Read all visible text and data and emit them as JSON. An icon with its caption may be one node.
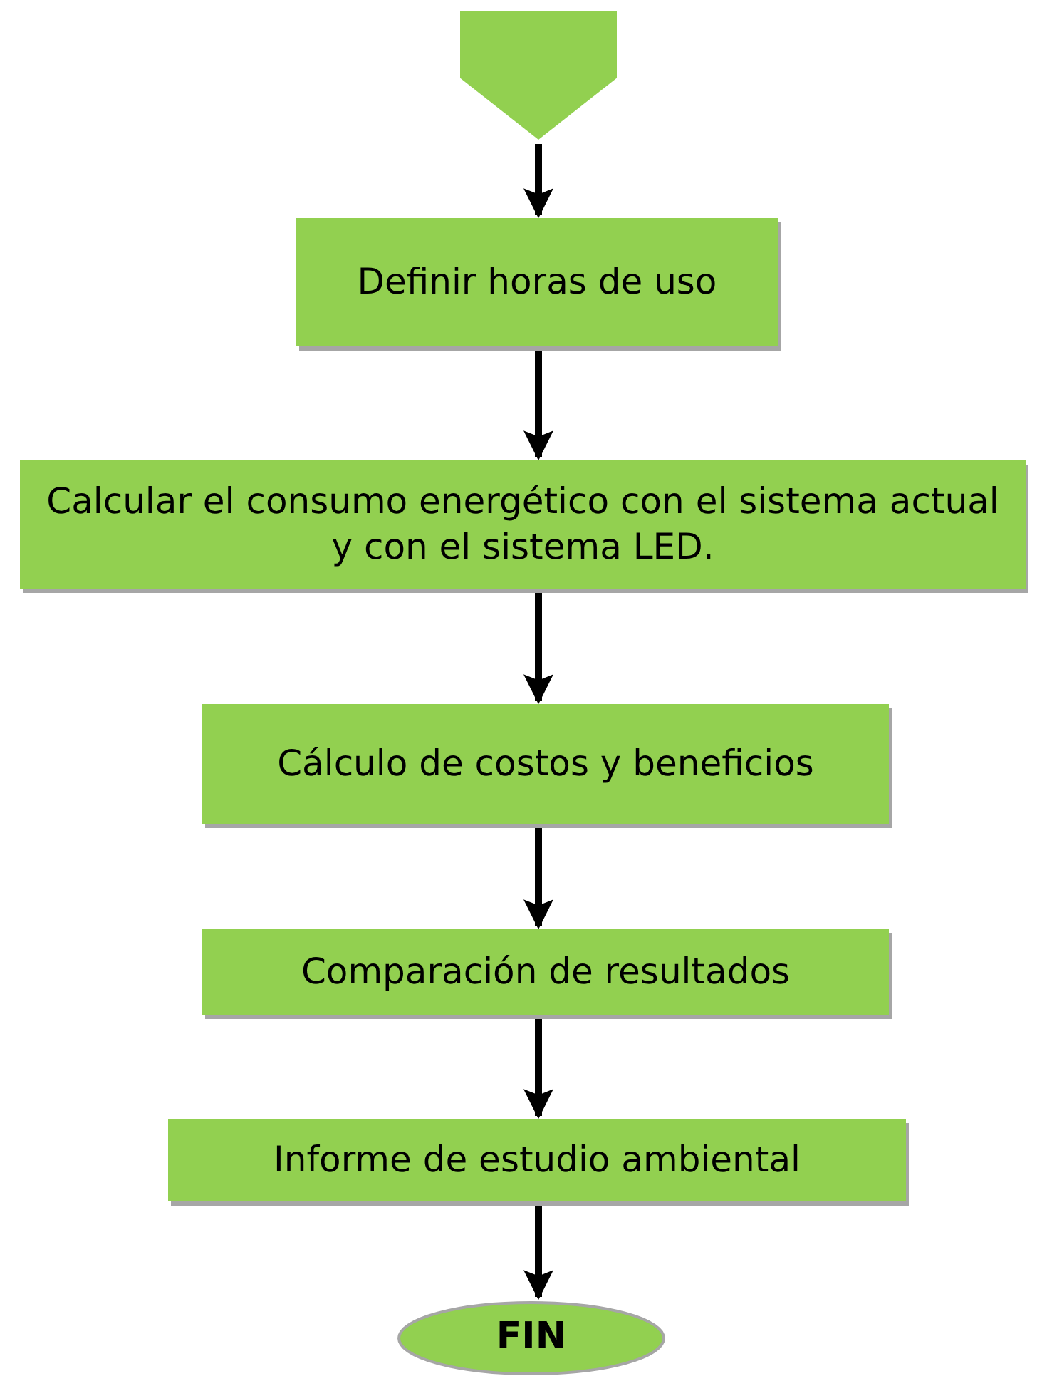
{
  "diagram": {
    "nodes": [
      {
        "text": [],
        "shape": "pentagon"
      },
      {
        "text": [
          "Definir horas de uso"
        ]
      },
      {
        "text": [
          "Calcular el consumo energético con el sistema actual y con el sistema LED."
        ]
      },
      {
        "text": [
          "Cálculo de costos y beneficios"
        ]
      },
      {
        "text": [
          "Comparación de resultados"
        ]
      },
      {
        "text": [
          "Informe de estudio ambiental"
        ]
      },
      {
        "text": [
          "FIN"
        ]
      }
    ],
    "edges": [
      {
        "from": 0,
        "to": 1,
        "arrow": "to"
      },
      {
        "from": 1,
        "to": 2,
        "arrow": "to"
      },
      {
        "from": 2,
        "to": 3,
        "arrow": "to"
      },
      {
        "from": 3,
        "to": 4,
        "arrow": "to"
      },
      {
        "from": 4,
        "to": 5,
        "arrow": "to"
      },
      {
        "from": 5,
        "to": 6,
        "arrow": "to"
      }
    ]
  }
}
